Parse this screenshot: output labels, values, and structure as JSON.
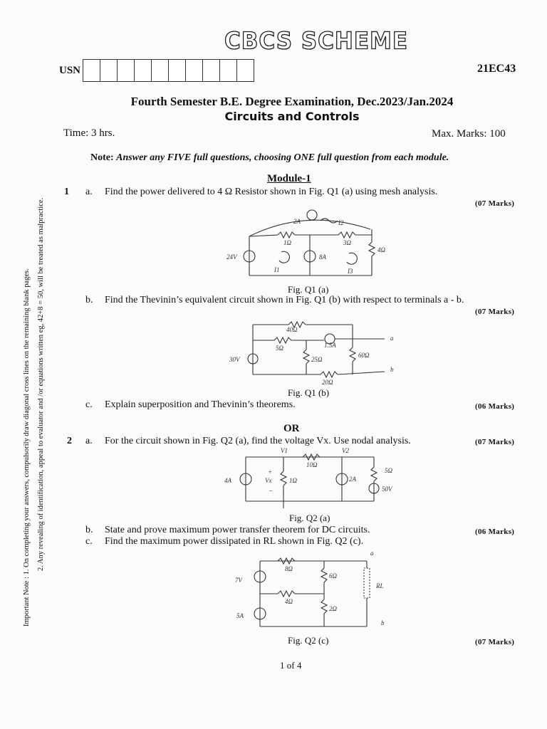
{
  "header": {
    "scheme": "CBCS SCHEME",
    "usn_label": "USN",
    "usn_box_count": 10,
    "subject_code": "21EC43",
    "exam_title": "Fourth Semester B.E. Degree Examination, Dec.2023/Jan.2024",
    "subject": "Circuits and Controls",
    "time": "Time: 3 hrs.",
    "max_marks": "Max. Marks: 100",
    "note_label": "Note:",
    "note_text": "Answer any FIVE full questions, choosing ONE full question from each module."
  },
  "side_note": {
    "line1": "Important Note : 1. On completing your answers, compulsorily draw diagonal cross lines on the remaining blank pages.",
    "line2": "2. Any revealing of identification, appeal to evaluator and /or equations written eg, 42+8 = 50, will be treated as malpractice."
  },
  "module1": "Module-1",
  "q1": {
    "num": "1",
    "a": {
      "label": "a.",
      "text": "Find the power delivered to 4 Ω Resistor shown in Fig. Q1 (a) using mesh analysis.",
      "marks": "(07 Marks)",
      "fig": "Fig. Q1 (a)"
    },
    "b": {
      "label": "b.",
      "text": "Find the Thevinin’s equivalent circuit shown in Fig. Q1 (b) with respect to terminals a - b.",
      "marks": "(07 Marks)",
      "fig": "Fig. Q1 (b)"
    },
    "c": {
      "label": "c.",
      "text": "Explain superposition and Thevinin’s theorems.",
      "marks": "(06 Marks)"
    }
  },
  "or": "OR",
  "q2": {
    "num": "2",
    "a": {
      "label": "a.",
      "text": "For the circuit shown in Fig. Q2 (a), find the voltage Vx. Use nodal analysis.",
      "marks": "(07 Marks)",
      "fig": "Fig. Q2 (a)"
    },
    "b": {
      "label": "b.",
      "text": "State and prove maximum power transfer theorem for DC circuits.",
      "marks": "(06 Marks)"
    },
    "c": {
      "label": "c.",
      "text": "Find the maximum power dissipated in RL shown in Fig. Q2 (c).",
      "marks": "(07 Marks)",
      "fig": "Fig. Q2 (c)"
    }
  },
  "circuit_labels": {
    "q1a": {
      "src_2a": "2A",
      "i2": "I2",
      "r1": "1Ω",
      "r3": "3Ω",
      "r4": "4Ω",
      "v24": "24V",
      "i8": "8A",
      "i1": "I1",
      "i3": "I3"
    },
    "q1b": {
      "r40": "40Ω",
      "cs": "1.5A",
      "r5": "5Ω",
      "v30": "30V",
      "r25": "25Ω",
      "r60": "60Ω",
      "r20": "20Ω",
      "a": "a",
      "b": "b"
    },
    "q2a": {
      "v1": "V1",
      "v2": "V2",
      "r10": "10Ω",
      "i4": "4A",
      "vx": "Vx",
      "r1": "1Ω",
      "i2": "2A",
      "r5": "5Ω",
      "v50": "50V",
      "plus": "+",
      "minus": "–"
    },
    "q2c": {
      "v7": "7V",
      "r8": "8Ω",
      "r6": "6Ω",
      "rl": "RL",
      "r4": "4Ω",
      "r2": "2Ω",
      "i5": "5A",
      "a": "a",
      "b": "b"
    }
  },
  "footer": {
    "page": "1 of 4"
  }
}
